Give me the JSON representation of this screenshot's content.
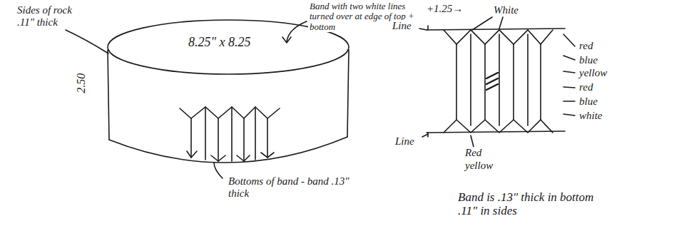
{
  "diagram": {
    "labels": [
      "Sides of rock .11\" thick",
      "Band with two white lines turned over at edge of top + bottom",
      "8.25\" x 8.25",
      "2.50",
      "Bottoms of band - band .13\" thick",
      "+1.25→",
      "Line",
      "White",
      "red",
      "blue",
      "yellow",
      "red",
      "blue",
      "white",
      "Line",
      "Red",
      "yellow",
      "Band is .13\" thick in bottom .11\" in sides"
    ]
  }
}
